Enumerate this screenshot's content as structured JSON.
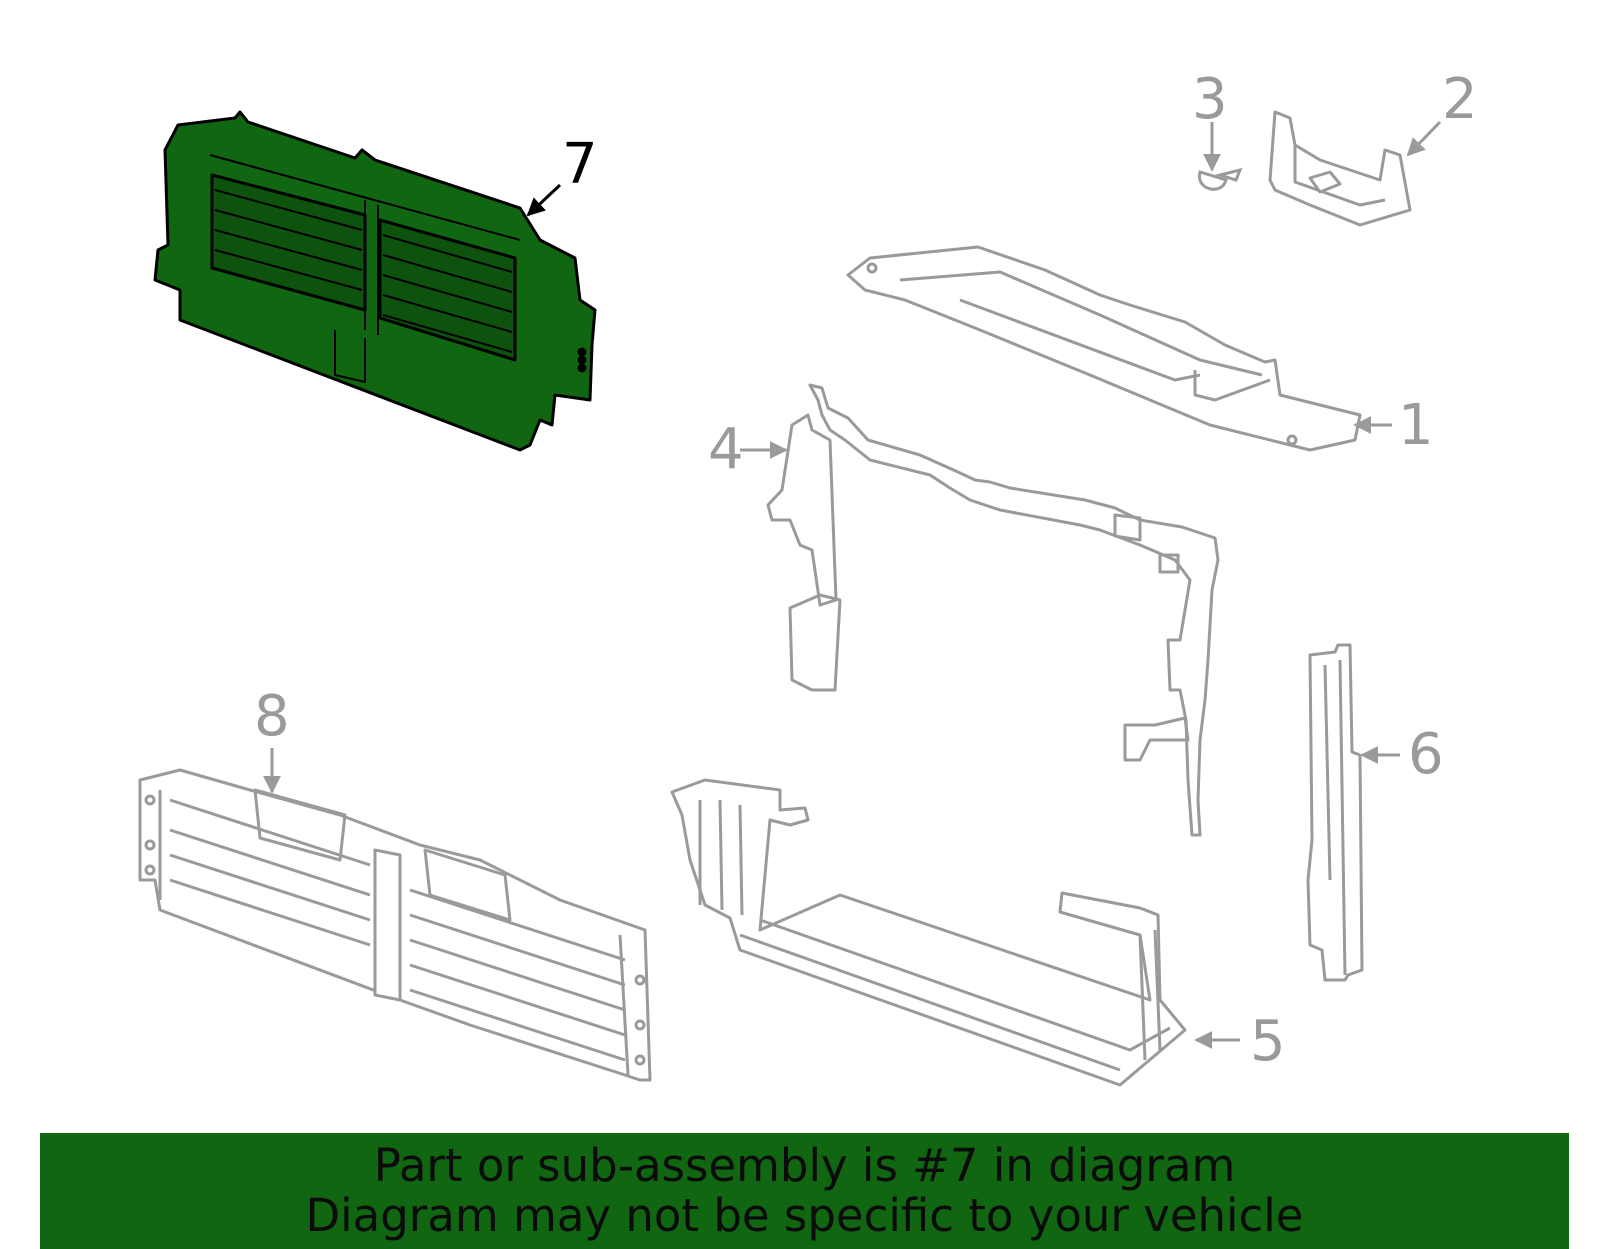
{
  "colors": {
    "highlight_fill": "#116611",
    "outline_gray": "#9a9a9a",
    "highlight_outline": "#000000",
    "banner_bg": "#116611",
    "banner_text": "#0b0b0b"
  },
  "callouts": [
    {
      "id": "1",
      "label": "1"
    },
    {
      "id": "2",
      "label": "2"
    },
    {
      "id": "3",
      "label": "3"
    },
    {
      "id": "4",
      "label": "4"
    },
    {
      "id": "5",
      "label": "5"
    },
    {
      "id": "6",
      "label": "6"
    },
    {
      "id": "7",
      "label": "7",
      "highlighted": true
    },
    {
      "id": "8",
      "label": "8"
    }
  ],
  "banner": {
    "line1": "Part or sub-assembly is #7 in diagram",
    "line2": "Diagram may not be specific to your vehicle"
  }
}
